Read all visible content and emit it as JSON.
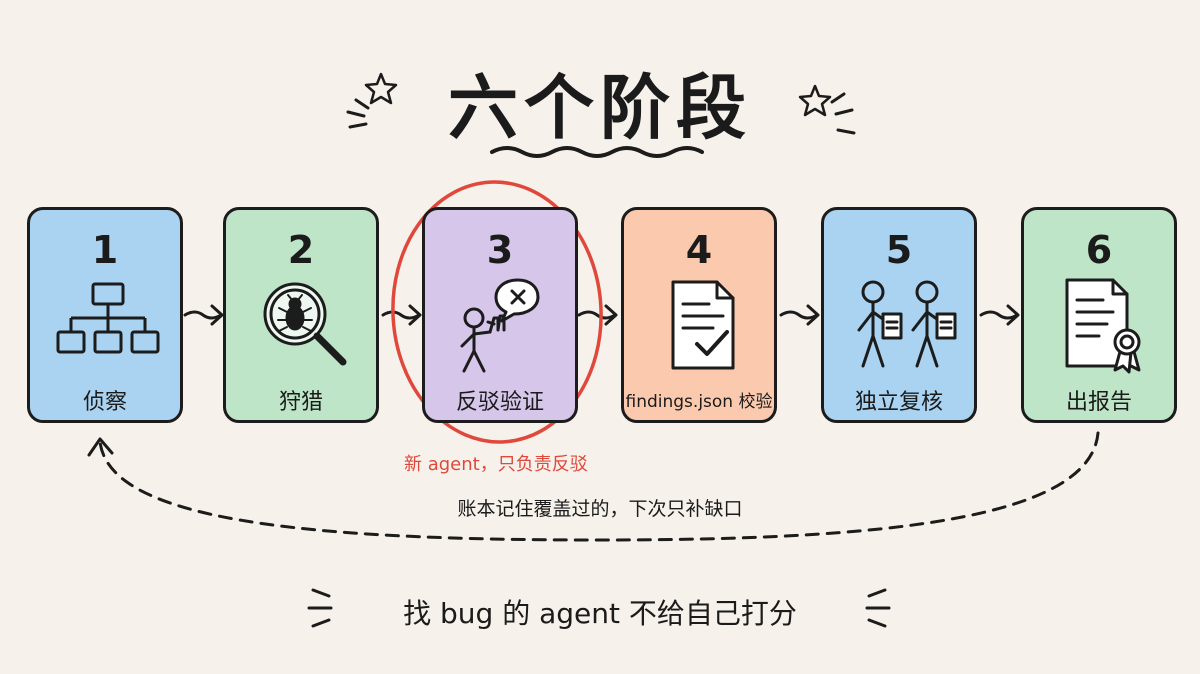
{
  "title": "六个阶段",
  "stages": [
    {
      "number": "1",
      "label": "侦察",
      "icon": "org-chart-icon",
      "color": "#a9d3f0"
    },
    {
      "number": "2",
      "label": "狩猎",
      "icon": "bug-magnifier-icon",
      "color": "#bfe5c8"
    },
    {
      "number": "3",
      "label": "反驳验证",
      "icon": "person-objection-icon",
      "color": "#d5c6ea"
    },
    {
      "number": "4",
      "label": "findings.json 校验",
      "icon": "document-check-icon",
      "color": "#fbc9ae"
    },
    {
      "number": "5",
      "label": "独立复核",
      "icon": "two-reviewers-icon",
      "color": "#a9d3f0"
    },
    {
      "number": "6",
      "label": "出报告",
      "icon": "certificate-report-icon",
      "color": "#bfe5c8"
    }
  ],
  "highlight_note": "新 agent，只负责反驳",
  "loop_note": "账本记住覆盖过的，下次只补缺口",
  "bottom_note": "找 bug 的 agent 不给自己打分",
  "colors": {
    "ink": "#1c1c1c",
    "accent_red": "#e0483c",
    "background": "#f6f1ea"
  }
}
